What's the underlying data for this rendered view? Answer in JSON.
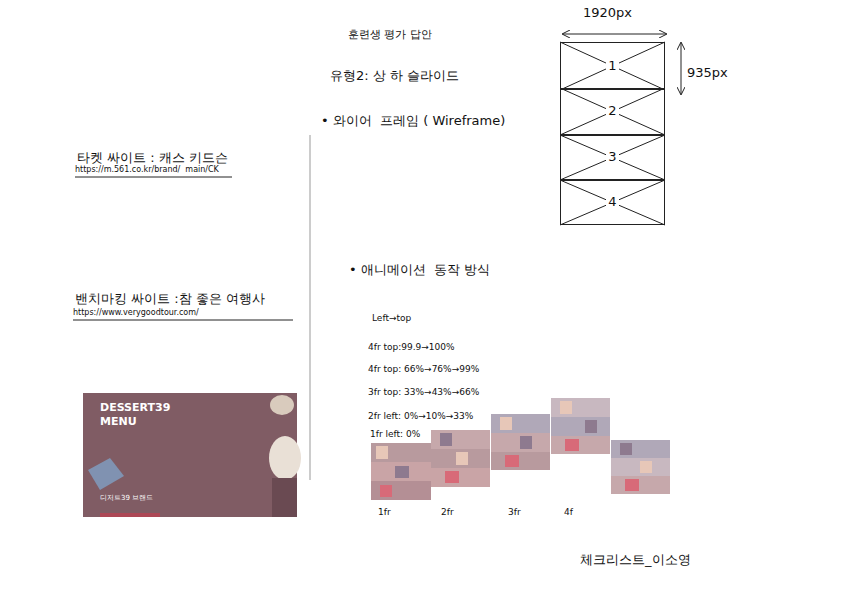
{
  "diagram": {
    "title": "훈련생 평가 답안",
    "nodes": [
      {
        "text": [
          "1"
        ]
      },
      {
        "text": [
          "2"
        ]
      },
      {
        "text": [
          "3"
        ]
      },
      {
        "text": [
          "4"
        ]
      },
      {
        "text": [
          "DESSERT39 MENU",
          "디저트39 브랜드"
        ]
      }
    ],
    "labels": [
      "유형2: 상 하 슬라이드",
      "• 와이어  프레임 ( Wireframe)",
      "타켓 싸이트 : 캐스 키드슨",
      "https://m.561.co.kr/brand/  main/CK",
      "밴치마킹 싸이트 :참 좋은 여행사",
      "https://www.verygoodtour.com/",
      "1920px",
      "935px",
      "• 애니메이션  동작 방식",
      "Left→top",
      "4fr top:99.9→100%",
      "4fr top: 66%→76%→99%",
      "3fr top: 33%→43%→66%",
      "2fr left: 0%→10%→33%",
      "1fr left: 0%",
      "1fr",
      "2fr",
      "3fr",
      "4f",
      "체크리스트_이소영"
    ]
  }
}
